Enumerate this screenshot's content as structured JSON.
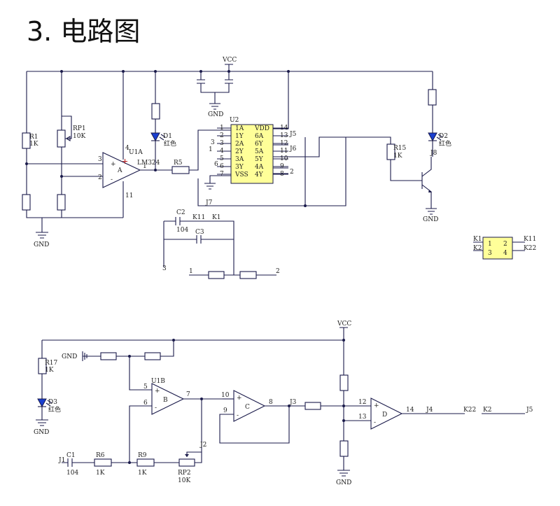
{
  "title": "3. 电路图",
  "top": {
    "vcc": "VCC",
    "gnd": "GND",
    "r1": {
      "ref": "R1",
      "val": "1K"
    },
    "rp1": {
      "ref": "RP1",
      "val": "10K"
    },
    "u1a": {
      "ref": "U1A",
      "part": "LM324",
      "unit": "A",
      "pin_plus": "3",
      "pin_minus": "2",
      "pin_out": "1",
      "pin_vcc": "4",
      "pin_gnd": "11",
      "plus": "+",
      "minus": "-"
    },
    "d1": {
      "ref": "D1",
      "color": "红色"
    },
    "r5": {
      "ref": "R5"
    },
    "u2": {
      "ref": "U2",
      "left_pins": [
        {
          "num": "1",
          "name": "1A"
        },
        {
          "num": "2",
          "name": "1Y"
        },
        {
          "num": "3",
          "name": "2A"
        },
        {
          "num": "4",
          "name": "2Y"
        },
        {
          "num": "5",
          "name": "3A"
        },
        {
          "num": "6",
          "name": "3Y"
        },
        {
          "num": "7",
          "name": "VSS"
        }
      ],
      "right_pins": [
        {
          "num": "14",
          "name": "VDD"
        },
        {
          "num": "13",
          "name": "6A"
        },
        {
          "num": "12",
          "name": "6Y"
        },
        {
          "num": "11",
          "name": "5A"
        },
        {
          "num": "10",
          "name": "5Y"
        },
        {
          "num": "9",
          "name": "4A"
        },
        {
          "num": "8",
          "name": "4Y"
        }
      ],
      "ext_left": [
        "3",
        "1",
        "6"
      ],
      "ext_right": [
        "2"
      ]
    },
    "j5": "J5",
    "j6": "J6",
    "j7": "J7",
    "j8": "J8",
    "d2": {
      "ref": "D2",
      "color": "红色"
    },
    "r15": {
      "ref": "R15",
      "val": "1K"
    },
    "c2": {
      "ref": "C2",
      "val": "104"
    },
    "c3": {
      "ref": "C3"
    },
    "k11": "K11",
    "k1": "K1",
    "pin3": "3",
    "pin1": "1",
    "pin2": "2"
  },
  "connector": {
    "k1": "K1",
    "k2": "K2",
    "k11": "K11",
    "k22": "K22",
    "p1": "1",
    "p2": "2",
    "p3": "3",
    "p4": "4"
  },
  "bottom": {
    "vcc": "VCC",
    "gnd": "GND",
    "r17": {
      "ref": "R17",
      "val": "1K"
    },
    "d3": {
      "ref": "D3",
      "color": "红色"
    },
    "u1b": {
      "ref": "U1B",
      "unit": "B",
      "pin_plus": "5",
      "pin_minus": "6",
      "pin_out": "7"
    },
    "u1c": {
      "unit": "C",
      "pin_plus": "10",
      "pin_minus": "9",
      "pin_out": "8"
    },
    "u1d": {
      "unit": "D",
      "pin_plus": "12",
      "pin_minus": "13",
      "pin_out": "14"
    },
    "c1": {
      "ref": "C1",
      "val": "104"
    },
    "r6": {
      "ref": "R6",
      "val": "1K"
    },
    "r9": {
      "ref": "R9",
      "val": "1K"
    },
    "rp2": {
      "ref": "RP2",
      "val": "10K"
    },
    "j1": "J1",
    "j2": "J2",
    "j3": "J3",
    "j4": "J4",
    "k22": "K22",
    "k2": "K2",
    "j5": "J5",
    "plus": "+",
    "minus": "-"
  },
  "colors": {
    "wire": "#1a1a4a",
    "led": "#1a3fd0",
    "chip": "#ffff99",
    "accent": "#b00000"
  }
}
